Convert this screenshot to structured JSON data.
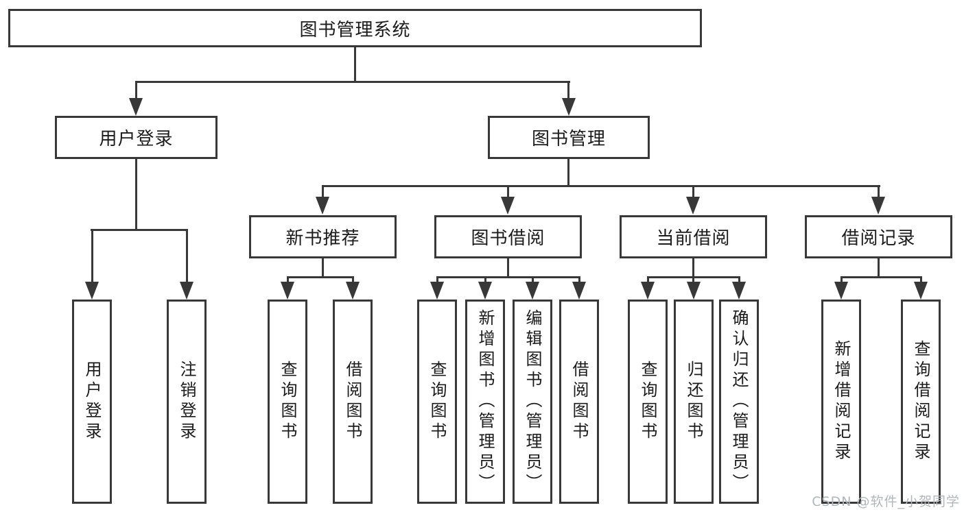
{
  "diagram_title": "图书管理系统",
  "tree": {
    "label": "图书管理系统",
    "children": [
      {
        "label": "用户登录",
        "children": [
          {
            "label": "用户登录"
          },
          {
            "label": "注销登录"
          }
        ]
      },
      {
        "label": "图书管理",
        "children": [
          {
            "label": "新书推荐",
            "children": [
              {
                "label": "查询图书"
              },
              {
                "label": "借阅图书"
              }
            ]
          },
          {
            "label": "图书借阅",
            "children": [
              {
                "label": "查询图书"
              },
              {
                "label": "新增图书（管理员）"
              },
              {
                "label": "编辑图书（管理员）"
              },
              {
                "label": "借阅图书"
              }
            ]
          },
          {
            "label": "当前借阅",
            "children": [
              {
                "label": "查询图书"
              },
              {
                "label": "归还图书"
              },
              {
                "label": "确认归还（管理员）"
              }
            ]
          },
          {
            "label": "借阅记录",
            "children": [
              {
                "label": "新增借阅记录"
              },
              {
                "label": "查询借阅记录"
              }
            ]
          }
        ]
      }
    ]
  },
  "watermark": {
    "text": "CSDN @软件_小贺同学"
  },
  "colors": {
    "line": "#383838",
    "box_border": "#383838",
    "text": "#1b1b1b",
    "watermark": "#b2b6b9",
    "background": "#ffffff"
  }
}
